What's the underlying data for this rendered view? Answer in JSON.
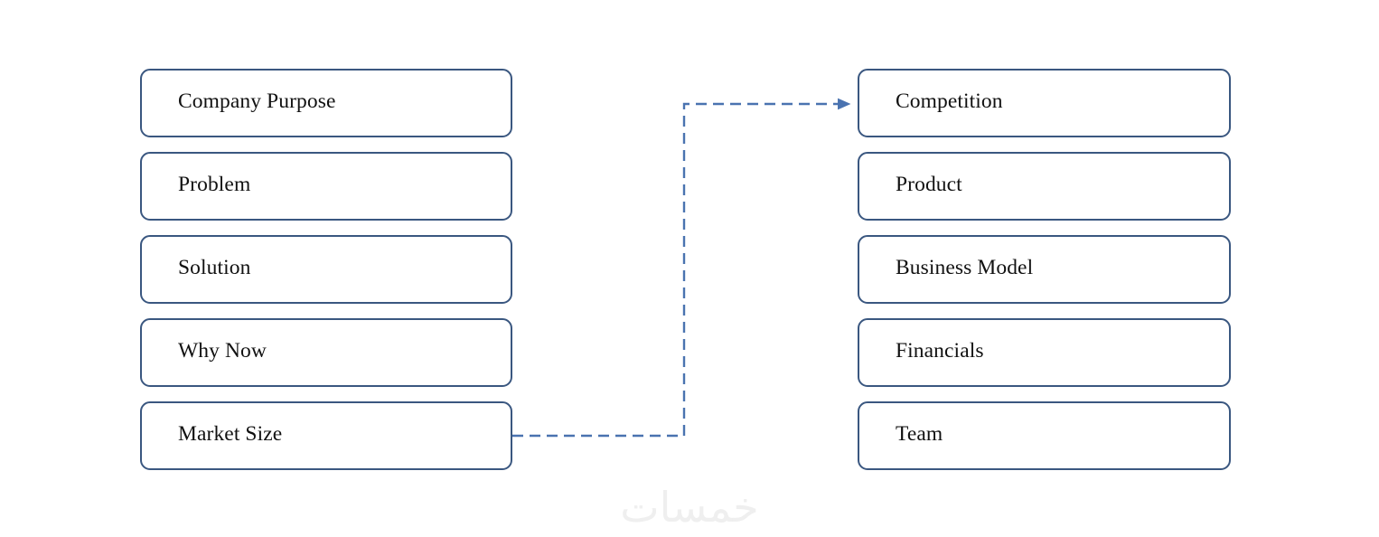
{
  "diagram": {
    "type": "flow-columns",
    "background_color": "#ffffff",
    "box_border_color": "#3A5780",
    "connector_color": "#4A73B0",
    "text_color": "#111111",
    "left_column": {
      "name": "pitch-deck-part-one",
      "items": [
        {
          "label": "Company Purpose"
        },
        {
          "label": "Problem"
        },
        {
          "label": "Solution"
        },
        {
          "label": "Why Now"
        },
        {
          "label": "Market Size"
        }
      ]
    },
    "right_column": {
      "name": "pitch-deck-part-two",
      "items": [
        {
          "label": "Competition"
        },
        {
          "label": "Product"
        },
        {
          "label": "Business Model"
        },
        {
          "label": "Financials"
        },
        {
          "label": "Team"
        }
      ]
    },
    "connector": {
      "from": "Market Size",
      "to": "Competition",
      "style": "dashed",
      "arrow": "right",
      "color": "#4A73B0"
    }
  },
  "watermark": {
    "text": "خمسات",
    "color": "#efefef"
  }
}
